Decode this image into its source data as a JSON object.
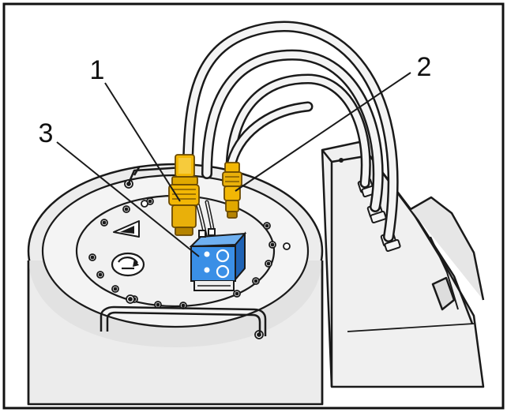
{
  "figure": {
    "callouts": [
      {
        "label": "1"
      },
      {
        "label": "2"
      },
      {
        "label": "3"
      }
    ]
  },
  "colors": {
    "frame": "#111111",
    "line": "#1a1a1a",
    "housing_fill": "#ececec",
    "housing_shadow": "#e2e2e2",
    "lid_fill": "#f1f1f1",
    "hose_fill": "#f4f4f4",
    "connector_yellow": "#f2b705",
    "connector_dark": "#b58300",
    "valve_blue": "#3a8fe6",
    "valve_blue_dark": "#1f63b5"
  },
  "icons": [
    "warning-triangle-icon",
    "rotation-direction-icon"
  ]
}
